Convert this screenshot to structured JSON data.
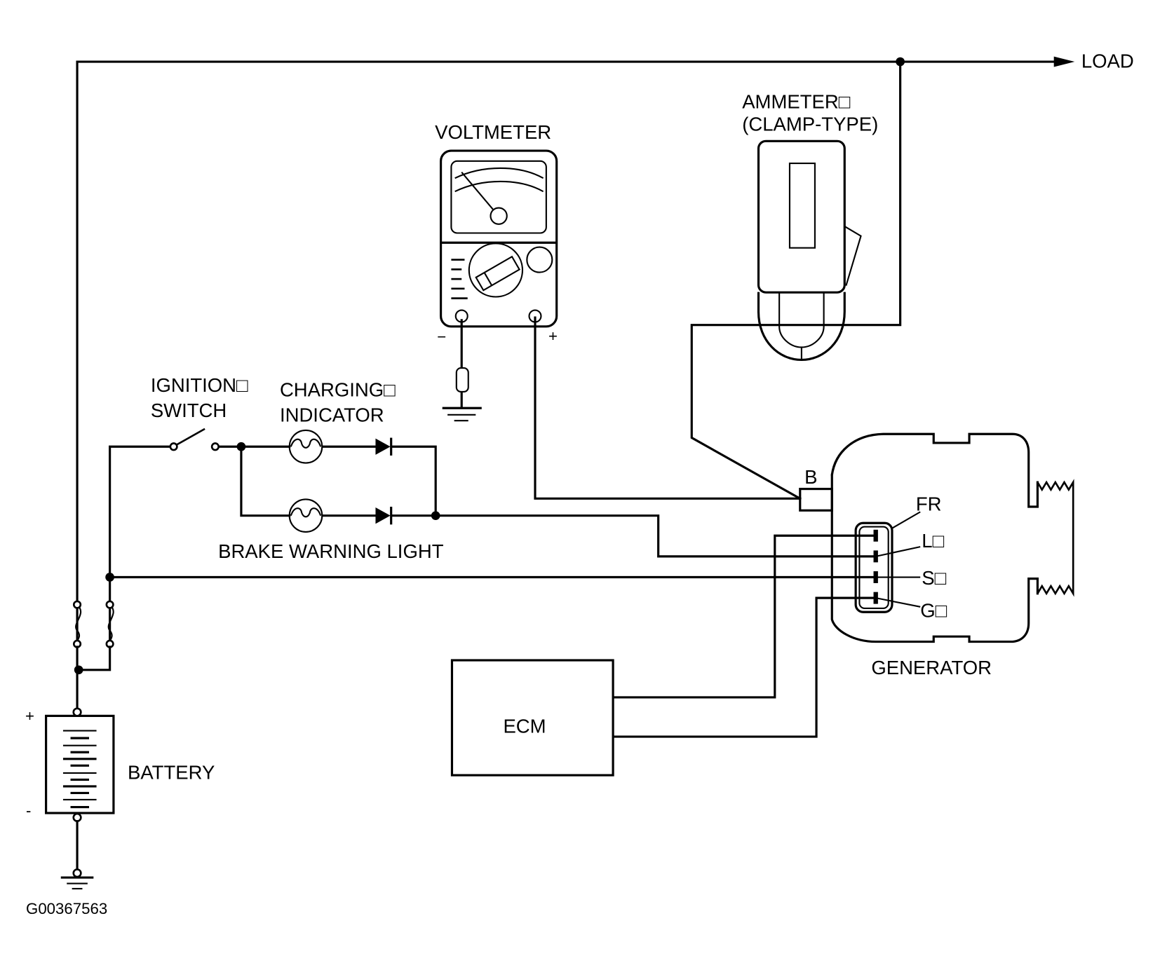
{
  "diagram": {
    "figure_id": "G00367563",
    "components": {
      "load": "LOAD",
      "voltmeter": "VOLTMETER",
      "voltmeter_minus": "−",
      "voltmeter_plus": "+",
      "ammeter_line1": "AMMETER□",
      "ammeter_line2": "(CLAMP-TYPE)",
      "ignition_line1": "IGNITION□",
      "ignition_line2": "SWITCH",
      "charging_line1": "CHARGING□",
      "charging_line2": "INDICATOR",
      "brake_warning": "BRAKE WARNING LIGHT",
      "battery": "BATTERY",
      "battery_plus": "+",
      "battery_minus": "-",
      "ecm": "ECM",
      "generator": "GENERATOR"
    },
    "generator_terminals": {
      "b": "B",
      "fr": "FR",
      "l": "L□",
      "s": "S□",
      "g": "G□"
    }
  }
}
